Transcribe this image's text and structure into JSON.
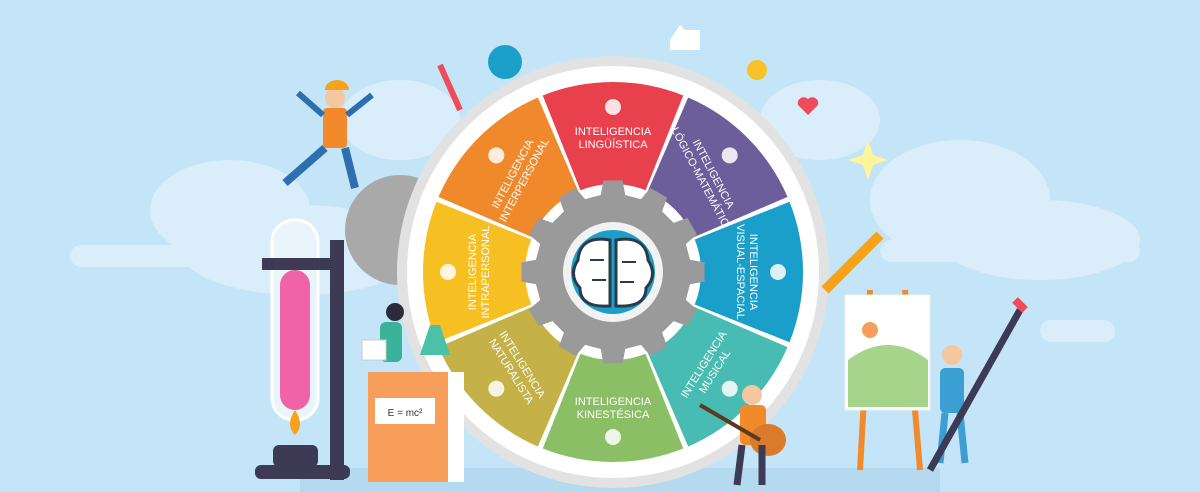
{
  "wheel": {
    "segments": [
      {
        "line1": "INTELIGENCIA",
        "line2": "LINGÜÍSTICA",
        "color": "#e8404d",
        "icon": "book-icon"
      },
      {
        "line1": "INTELIGENCIA",
        "line2": "LÓGICO-MATEMÁTICA",
        "color": "#6c5d9b",
        "icon": "brain-gear-icon"
      },
      {
        "line1": "INTELIGENCIA",
        "line2": "VISUAL-ESPACIAL",
        "color": "#1a9fca",
        "icon": "cubes-icon"
      },
      {
        "line1": "INTELIGENCIA",
        "line2": "MUSICAL",
        "color": "#48bbb2",
        "icon": "headphones-icon"
      },
      {
        "line1": "INTELIGENCIA",
        "line2": "KINESTÉSICA",
        "color": "#8bbf66",
        "icon": "person-icon"
      },
      {
        "line1": "INTELIGENCIA",
        "line2": "NATURALISTA",
        "color": "#c4b148",
        "icon": "globe-icon"
      },
      {
        "line1": "INTELIGENCIA",
        "line2": "INTRAPERSONAL",
        "color": "#f6bf22",
        "icon": "self-icon"
      },
      {
        "line1": "INTELIGENCIA",
        "line2": "INTERPERSONAL",
        "color": "#f0892b",
        "icon": "people-network-icon"
      }
    ],
    "center_icon": "brain-icon"
  },
  "blackboard": {
    "formula": "E = mc²"
  },
  "colors": {
    "background": "#c4e5f7",
    "ring": "#e3e3e3",
    "gear": "#9a9a9a"
  }
}
